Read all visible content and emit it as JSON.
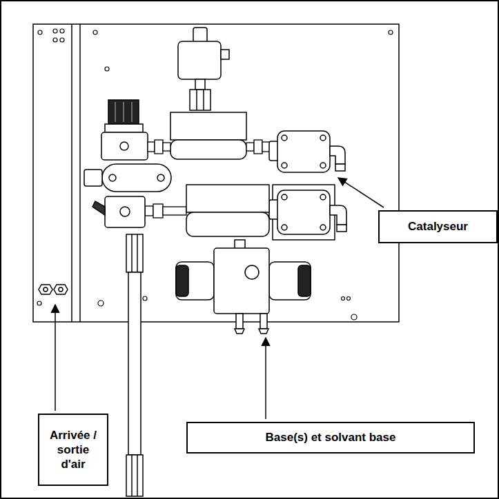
{
  "diagram": {
    "nodes": [
      {
        "text": [
          "Catalyseur"
        ]
      },
      {
        "text": [
          "Arrivée / sortie d'air"
        ]
      },
      {
        "text": [
          "Base(s) et solvant base"
        ]
      }
    ]
  }
}
